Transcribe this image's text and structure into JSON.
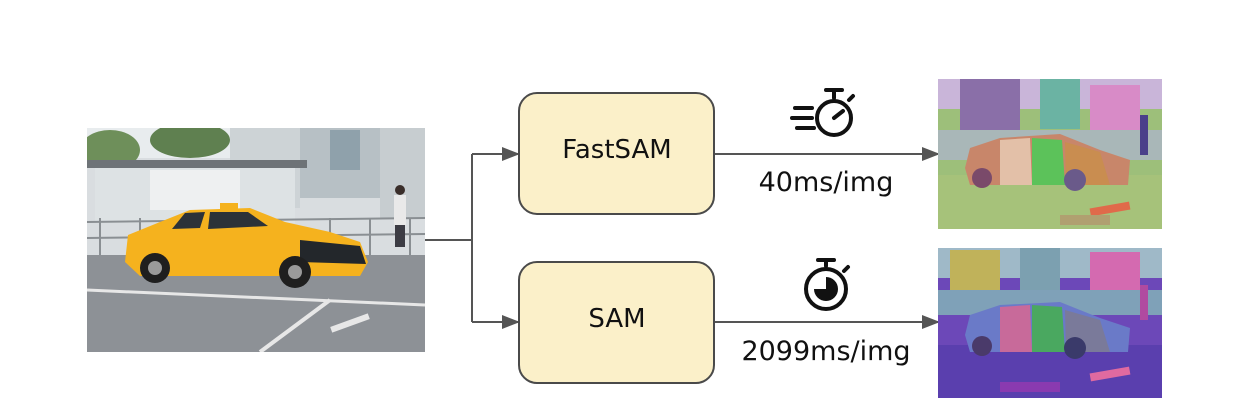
{
  "diagram": {
    "models": [
      {
        "name": "FastSAM",
        "time": "40ms/img",
        "icon": "fast-stopwatch-icon"
      },
      {
        "name": "SAM",
        "time": "2099ms/img",
        "icon": "stopwatch-icon"
      }
    ],
    "colors": {
      "box_fill": "#fbf0c9",
      "box_stroke": "#4a4a4a",
      "arrow": "#555555",
      "taxi": "#f5b21e"
    },
    "images": {
      "input": "input-photo-taxi",
      "fastsam_output": "fastsam-segmentation-output",
      "sam_output": "sam-segmentation-output"
    }
  }
}
